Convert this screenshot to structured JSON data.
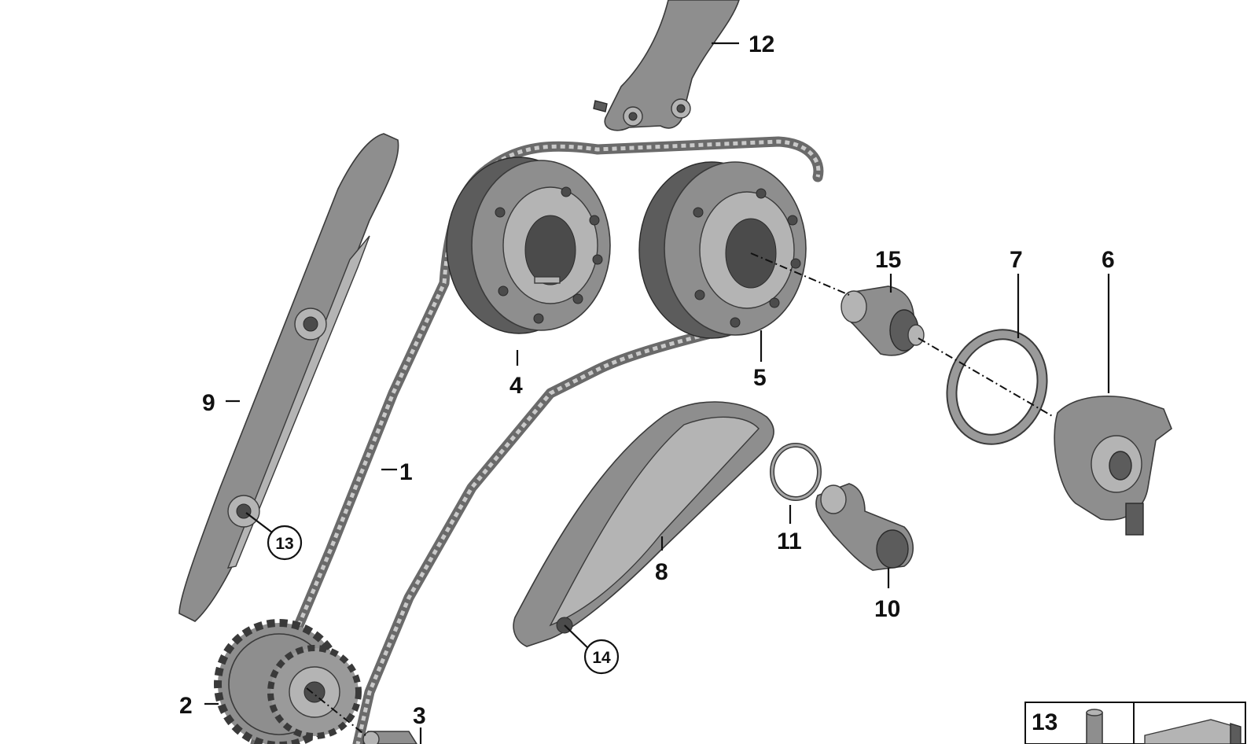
{
  "callouts": {
    "c1": "1",
    "c2": "2",
    "c3": "3",
    "c4": "4",
    "c5": "5",
    "c6": "6",
    "c7": "7",
    "c8": "8",
    "c9": "9",
    "c10": "10",
    "c11": "11",
    "c12": "12",
    "c13": "13",
    "c14": "14",
    "c15": "15"
  },
  "legend": {
    "label": "13"
  },
  "colors": {
    "part": "#8e8e8e",
    "outline": "#3a3a3a",
    "chain": "#6a6a6a"
  }
}
